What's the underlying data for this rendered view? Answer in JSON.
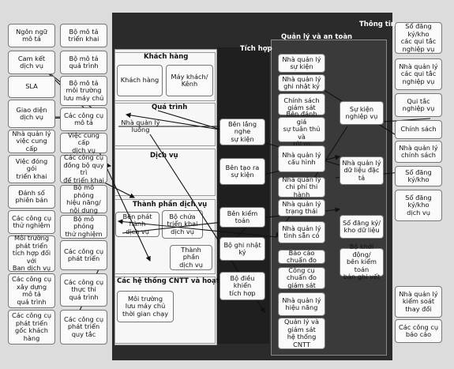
{
  "labels": {
    "thong_tin": "Thông tin",
    "quan_ly_an_toan": "Quản lý và an toàn",
    "tich_hop": "Tích hợp",
    "khach_hang": "Khách hàng",
    "quy_trinh": "Quá trình",
    "dich_vu": "Dịch vụ",
    "thanh_phan_dich_vu": "Thành phần dịch vụ",
    "he_thong_cntt": "Các hệ thống CNTT và hoạt động"
  },
  "left_col1": [
    "Ngôn ngữ\nmô tả",
    "Cam kết\ndịch vụ",
    "SLA",
    "Giao diện\ndịch vụ",
    "Nhà quản lý\nviệc cung cấp",
    "Việc đóng gói\ntriển khai",
    "Đánh số\nphiên bản",
    "Các công cụ\nthử nghiệm",
    "Môi trường\nphát triển\ntích hợp đối với\nBan dịch vụ",
    "Các công cụ\nxây dựng\nmô tả\nquá trình",
    "Các công cụ\nphát triển\ngốc khách hàng"
  ],
  "left_col2": [
    "Bộ mô tả\ntriển khai",
    "Bộ mô tả\nquá trình",
    "Bộ mô tả\nmôi trường\nlưu máy chủ",
    "Các công cụ\nmô tả",
    "Việc cung cấp\ndịch vụ",
    "Các công cụ\nđồng bộ quy trì\nđể triển khai",
    "Bộ mô phỏng\nhiệu năng/\nnội dung",
    "Bộ mô phỏng\nthử nghiệm",
    "Các công cụ\nphát triển",
    "Các công cụ\nthực thi\nquá trình",
    "Các công cụ\nphát triển\nquy tắc"
  ],
  "center": {
    "khach_hang_box": "Khách hàng",
    "may_khach": "Máy khách/\nKênh",
    "nha_quan_ly_luong": "Nhà quản lý\nluồng",
    "ben_phat_hanh": "Bên phát hành\ndịch vụ",
    "bo_chua_trien_khai": "Bộ chứa\ntriển khai\ndịch vụ",
    "thanh_phan_dv_box": "Thành phần\ndịch vụ",
    "moi_truong_luu": "Môi trường\nlưu máy chủ\nthời gian chạy"
  },
  "tich_hop_items": [
    "Bên lắng nghe\nsự kiện",
    "Bên tạo ra\nsự kiện",
    "Bên kiểm toán",
    "Bộ ghi nhật ký",
    "Bộ điều khiển\ntích hợp"
  ],
  "ql_col1": [
    "Nhà quản lý\nsự kiện",
    "Nhà quản lý\nghi nhật ký",
    "Chính sách\ngiám sát",
    "Bên đánh giá\nsự tuân thủ và\nrủi ro",
    "Nhà quản lý\ncấu hình",
    "Nhà quản lý\nchi phí thi hành",
    "Nhà quản lý\ntrạng thái",
    "Nhà quản lý\ntình sẵn có",
    "Báo cáo chuẩn đo",
    "Công cụ chuẩn đo\ngiám sát",
    "Nhà quản lý\nhiệu năng",
    "Quản lý và\ngiám sát\nhệ thống CNTT"
  ],
  "ql_col2": [
    "Sự kiện\nnghiệp vụ",
    "Nhà quản lý\ndữ liệu đặc tả",
    "Sổ đăng ký/\nkho dữ liệu",
    "Bộ khởi động/\nbên kiểm toán\nbản ghi vết"
  ],
  "right_col": [
    "Sổ đăng ký/kho\ncác qui tắc\nnghiệp vụ",
    "Nhà quản lý\ncác qui tắc\nnghiệp vụ",
    "Qui tắc\nnghiệp vụ",
    "Chính sách",
    "Nhà quản lý\nchính sách",
    "Sổ đăng ký/kho",
    "Sổ đăng ký/kho\ndịch vụ",
    "Nhà quản lý\nkiểm soát\nthay đổi",
    "Các công cụ\nbáo cáo"
  ]
}
